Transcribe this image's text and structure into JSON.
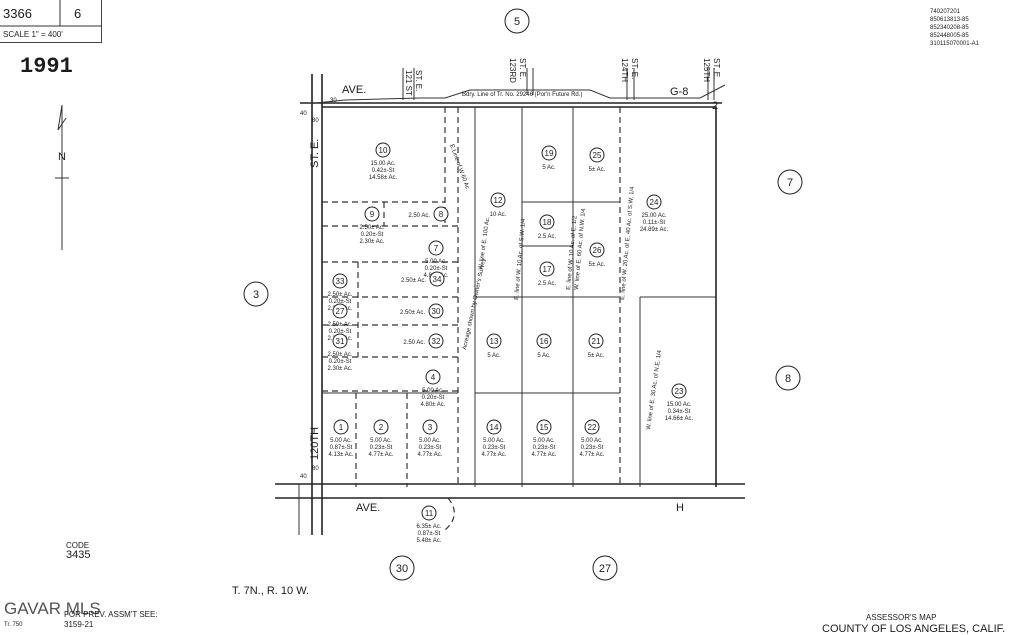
{
  "header": {
    "book": "3366",
    "page": "6",
    "scale": "SCALE 1\" = 400'",
    "year": "1991",
    "codes": [
      "740207201",
      "850613813-85",
      "852340208-85",
      "852448005-85",
      "310115070001-A1"
    ]
  },
  "streets": {
    "top_ave": "AVE.",
    "top_g8": "G-8",
    "bottom_ave": "AVE.",
    "bottom_h": "H",
    "st120": "120TH",
    "st_e": "ST. E.",
    "st121": "121 ST",
    "st121b": "ST. E.",
    "st123": "123RD",
    "st123b": "ST. E.",
    "st124": "124TH",
    "st124b": "ST. E.",
    "st125": "125TH",
    "st125b": "ST. E.",
    "bdry_note": "Bdry. Line of Tr. No. 29246 (Por'n Future Rd.)"
  },
  "dims": {
    "d40a": "40",
    "d30a": "30",
    "d40b": "40",
    "d80a": "80",
    "d80b": "80",
    "d2": "2"
  },
  "north": "N",
  "adjacent": [
    {
      "id": "adj5",
      "label": "5"
    },
    {
      "id": "adj7",
      "label": "7"
    },
    {
      "id": "adj3",
      "label": "3"
    },
    {
      "id": "adj8",
      "label": "8"
    },
    {
      "id": "adj30",
      "label": "30"
    },
    {
      "id": "adj27",
      "label": "27"
    }
  ],
  "parcels": [
    {
      "id": "p10",
      "num": "10",
      "a1": "15.00 Ac.",
      "a2": "0.42±-St",
      "a3": "14.58± Ac."
    },
    {
      "id": "p9",
      "num": "9",
      "a1": "2.50± Ac.",
      "a2": "0.20±-St",
      "a3": "2.30± Ac."
    },
    {
      "id": "p8",
      "num": "8",
      "a1": "2.50 Ac.",
      "a2": "",
      "a3": ""
    },
    {
      "id": "p7",
      "num": "7",
      "a1": "5.00 Ac.",
      "a2": "0.20±-St",
      "a3": "4.80± Ac."
    },
    {
      "id": "p33",
      "num": "33",
      "a1": "2.50± Ac.",
      "a2": "0.20±-St",
      "a3": "2.30± Ac."
    },
    {
      "id": "p34",
      "num": "34",
      "a1": "2.50± Ac.",
      "a2": "",
      "a3": ""
    },
    {
      "id": "p27",
      "num": "27",
      "a1": "2.50± Ac.",
      "a2": "0.20±-St",
      "a3": "2.30± Ac."
    },
    {
      "id": "p30",
      "num": "30",
      "a1": "2.50± Ac.",
      "a2": "",
      "a3": ""
    },
    {
      "id": "p31",
      "num": "31",
      "a1": "2.50± Ac.",
      "a2": "0.20±-St",
      "a3": "2.30± Ac."
    },
    {
      "id": "p32",
      "num": "32",
      "a1": "2.50 Ac.",
      "a2": "",
      "a3": ""
    },
    {
      "id": "p4",
      "num": "4",
      "a1": "5.00 Ac.",
      "a2": "0.20±-St",
      "a3": "4.80± Ac."
    },
    {
      "id": "p12",
      "num": "12",
      "a1": "10 Ac.",
      "a2": "",
      "a3": ""
    },
    {
      "id": "p19",
      "num": "19",
      "a1": "5 Ac.",
      "a2": "",
      "a3": ""
    },
    {
      "id": "p25",
      "num": "25",
      "a1": "5± Ac.",
      "a2": "",
      "a3": ""
    },
    {
      "id": "p18",
      "num": "18",
      "a1": "2.5 Ac.",
      "a2": "",
      "a3": ""
    },
    {
      "id": "p26",
      "num": "26",
      "a1": "5± Ac.",
      "a2": "",
      "a3": ""
    },
    {
      "id": "p17",
      "num": "17",
      "a1": "2.5 Ac.",
      "a2": "",
      "a3": ""
    },
    {
      "id": "p24",
      "num": "24",
      "a1": "25.00 Ac.",
      "a2": "0.11±-St",
      "a3": "24.89± Ac."
    },
    {
      "id": "p13",
      "num": "13",
      "a1": "5 Ac.",
      "a2": "",
      "a3": ""
    },
    {
      "id": "p16",
      "num": "16",
      "a1": "5 Ac.",
      "a2": "",
      "a3": ""
    },
    {
      "id": "p21",
      "num": "21",
      "a1": "5± Ac.",
      "a2": "",
      "a3": ""
    },
    {
      "id": "p23",
      "num": "23",
      "a1": "15.00 Ac.",
      "a2": "0.34±-St",
      "a3": "14.66± Ac."
    },
    {
      "id": "p1",
      "num": "1",
      "a1": "5.00 Ac.",
      "a2": "0.87±-St",
      "a3": "4.13± Ac."
    },
    {
      "id": "p2",
      "num": "2",
      "a1": "5.00 Ac.",
      "a2": "0.23±-St",
      "a3": "4.77± Ac."
    },
    {
      "id": "p3",
      "num": "3",
      "a1": "5.00 Ac.",
      "a2": "0.23±-St",
      "a3": "4.77± Ac."
    },
    {
      "id": "p14",
      "num": "14",
      "a1": "5.00 Ac.",
      "a2": "0.23±-St",
      "a3": "4.77± Ac."
    },
    {
      "id": "p15",
      "num": "15",
      "a1": "5.00 Ac.",
      "a2": "0.23±-St",
      "a3": "4.77± Ac."
    },
    {
      "id": "p22",
      "num": "22",
      "a1": "5.00 Ac.",
      "a2": "0.23±-St",
      "a3": "4.77± Ac."
    },
    {
      "id": "p11",
      "num": "11",
      "a1": "6.35± Ac.",
      "a2": "0.87±-St",
      "a3": "5.48± Ac."
    }
  ],
  "notes": {
    "n1": "E.Line of W.60 Ac.",
    "n2": "Acreage shown by Owner's Survey",
    "n3": "W. line of E. 100 Ac.",
    "n4": "E. line of W. 10 Ac. of S.W. 1/4",
    "n5": "E. line of W. 10 Ac. of E. 1/2",
    "n6": "W. line of E. 60 Ac. of N.W. 1/4",
    "n7": "E. line of W. 20 Ac. of E. 40 Ac. of S.W. 1/4",
    "n8": "W. line of E. 30 Ac. of N.E. 1/4"
  },
  "footer": {
    "code_label": "CODE",
    "code_value": "3435",
    "township": "T. 7N., R. 10 W.",
    "watermark": "GAVAR MLS",
    "prev_assmt": "FOR PREV. ASSM'T SEE:",
    "prev_ref": "3159-21",
    "tract_prefix": "Tr. 750",
    "assessor_map": "ASSESSOR'S MAP",
    "county": "COUNTY OF LOS ANGELES, CALIF."
  }
}
